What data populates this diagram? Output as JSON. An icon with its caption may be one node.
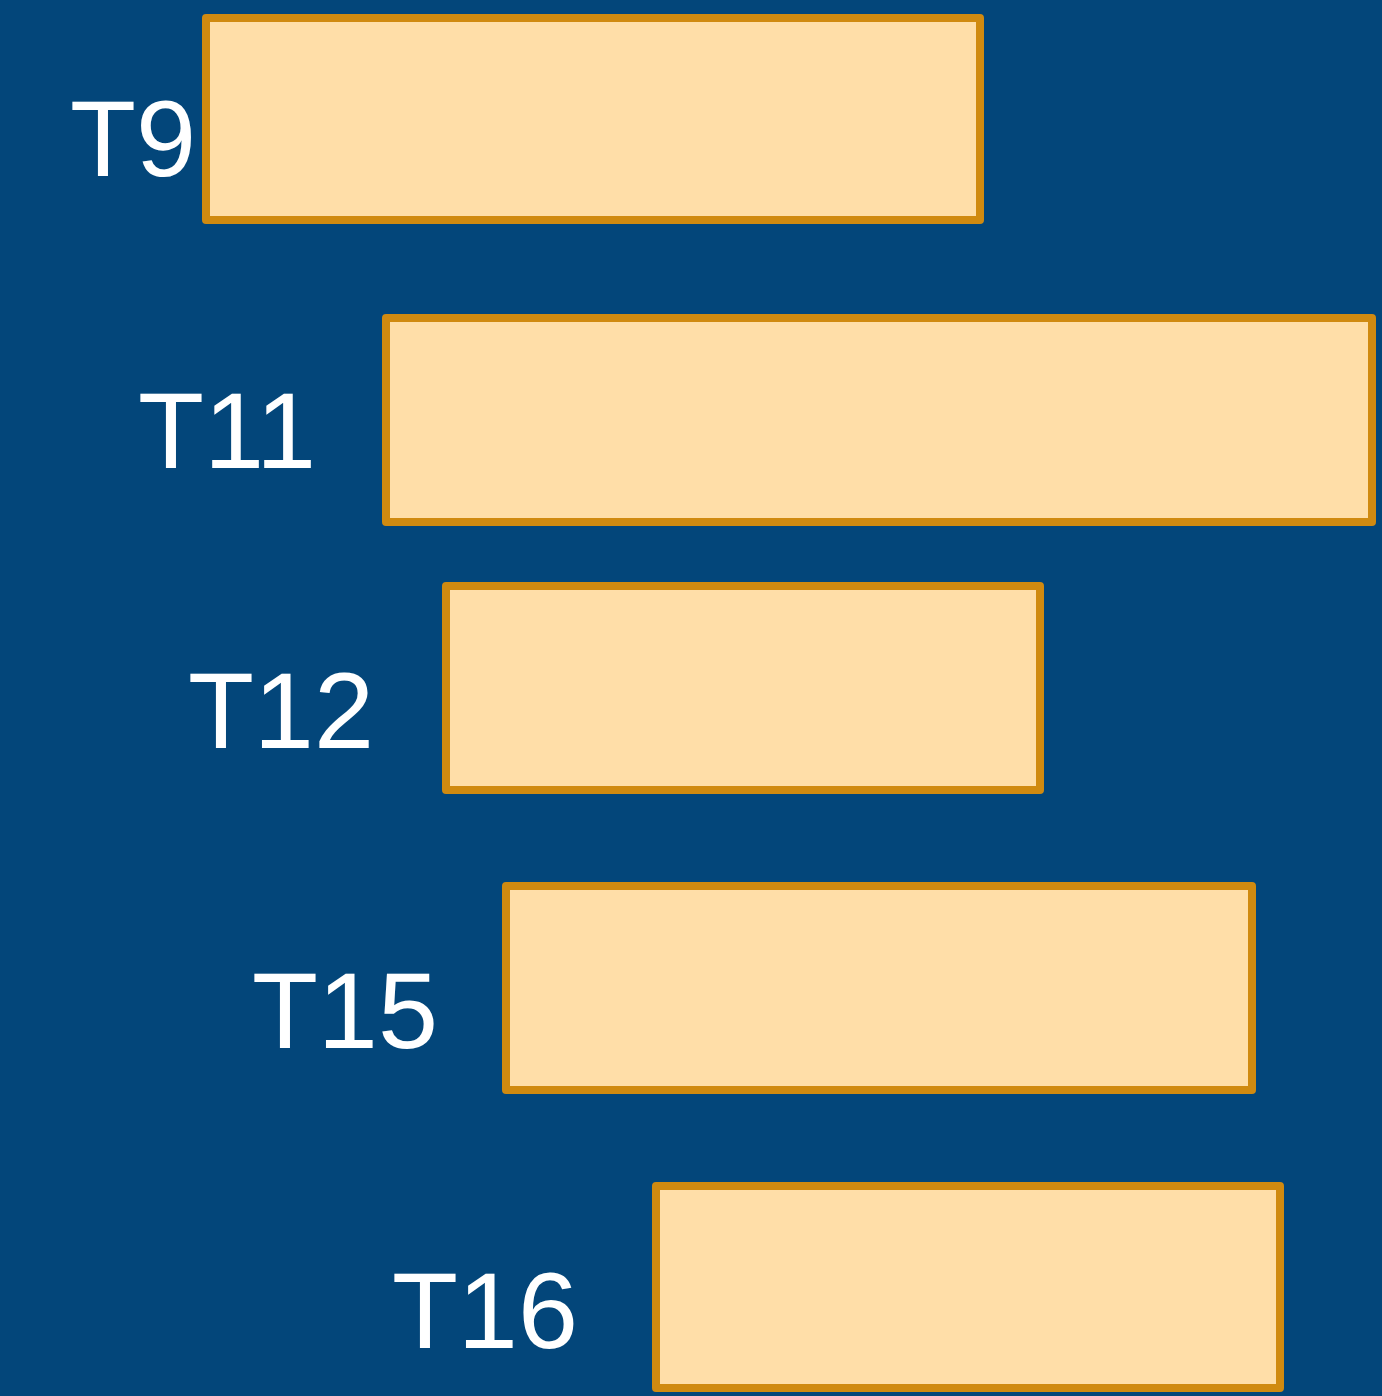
{
  "diagram": {
    "nodes": [
      {
        "text": [],
        "shape": "bar",
        "beside": [
          "T9"
        ]
      },
      {
        "text": [],
        "shape": "bar",
        "beside": [
          "T11"
        ]
      },
      {
        "text": [],
        "shape": "bar",
        "beside": [
          "T12"
        ]
      },
      {
        "text": [],
        "shape": "bar",
        "beside": [
          "T15"
        ]
      },
      {
        "text": [],
        "shape": "bar",
        "beside": [
          "T16"
        ]
      }
    ]
  }
}
